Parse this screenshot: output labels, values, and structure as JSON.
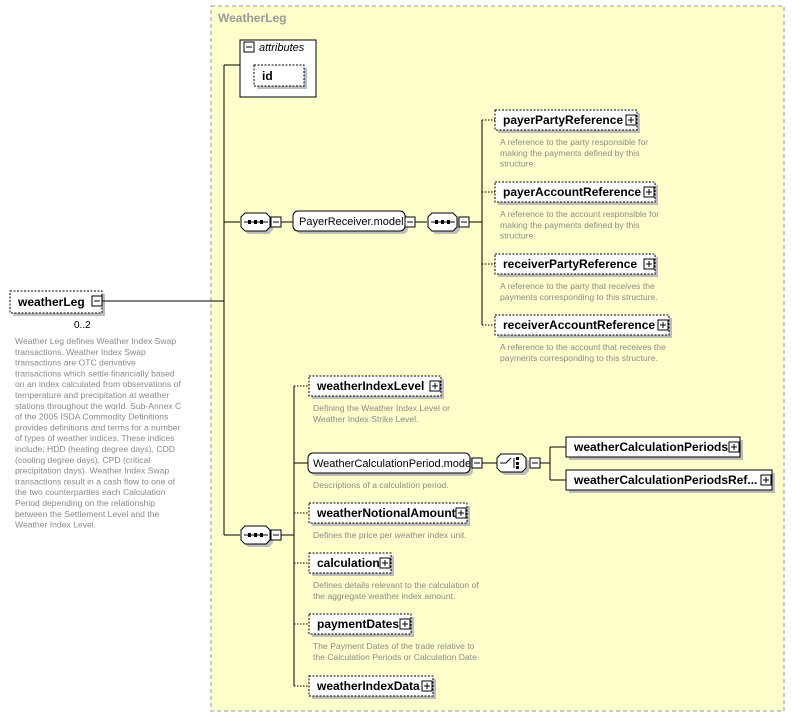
{
  "container": {
    "title": "WeatherLeg"
  },
  "attributes": {
    "label": "attributes",
    "items": [
      "id"
    ]
  },
  "root": {
    "name": "weatherLeg",
    "occurrence": "0..2",
    "doc": [
      "Weather Leg defines Weather Index Swap",
      "transactions. Weather Index Swap",
      "transactions are OTC derivative",
      "transactions which settle financially based",
      "on an index calculated from observations of",
      "temperature and precipitation at weather",
      "stations throughout the world. Sub-Annex C",
      "of the 2005 ISDA Commodity Definitions",
      "provides definitions and terms for a number",
      "of types of weather indices. These indices",
      "include: HDD (heating degree days), CDD",
      "(cooling degree days), CPD (critical",
      "precipitation days). Weather Index Swap",
      "transactions result in a cash flow to one of",
      "the two counterparties each Calculation",
      "Period depending on the relationship",
      "between the Settlement Level and the",
      "Weather Index Level."
    ]
  },
  "groups": {
    "payer_receiver": "PayerReceiver.model",
    "calc_period": "WeatherCalculationPeriod.model"
  },
  "payer_children": [
    {
      "name": "payerPartyReference",
      "doc": [
        "A reference to the party responsible for",
        "making the payments defined by this",
        "structure."
      ]
    },
    {
      "name": "payerAccountReference",
      "doc": [
        "A reference to the account responsible for",
        "making the payments defined by this",
        "structure."
      ]
    },
    {
      "name": "receiverPartyReference",
      "doc": [
        "A reference to the party that receives the",
        "payments corresponding to this structure."
      ]
    },
    {
      "name": "receiverAccountReference",
      "doc": [
        "A reference to the account that receives the",
        "payments corresponding to this structure."
      ]
    }
  ],
  "calc_period_doc": [
    "Descriptions of a calculation period."
  ],
  "calc_period_children": [
    "weatherCalculationPeriods",
    "weatherCalculationPeriodsRef..."
  ],
  "main_children": [
    {
      "name": "weatherIndexLevel",
      "doc": [
        "Defining the Weather Index Level or",
        "Weather Index Strike Level."
      ]
    },
    {
      "name": "weatherNotionalAmount",
      "doc": [
        "Defines the price per weather index unit."
      ]
    },
    {
      "name": "calculation",
      "doc": [
        "Defines details relevant to the calculation of",
        "the aggregate weather index amount."
      ]
    },
    {
      "name": "paymentDates",
      "doc": [
        "The Payment Dates of the trade relative to",
        "the Calculation Periods or Calculation Date"
      ]
    },
    {
      "name": "weatherIndexData",
      "doc": []
    }
  ],
  "colors": {
    "container_fill": "#ffffcc",
    "container_border": "#9a9a9a",
    "doc_text": "#8a8a8a",
    "shadow": "#bdbdbd"
  }
}
